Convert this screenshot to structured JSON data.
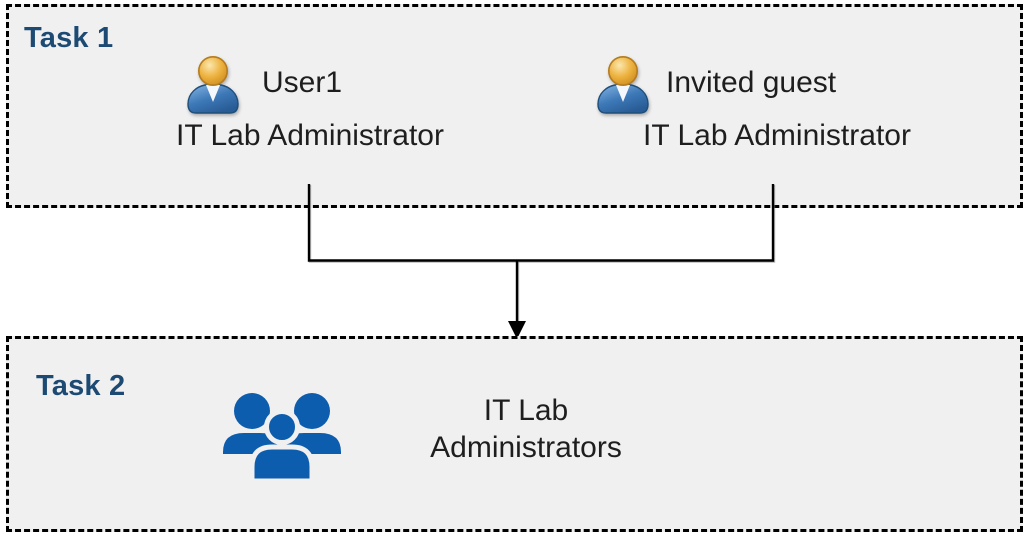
{
  "diagram": {
    "task1": {
      "label": "Task 1",
      "users": [
        {
          "name": "User1",
          "role": "IT Lab Administrator"
        },
        {
          "name": "Invited guest",
          "role": "IT Lab Administrator"
        }
      ]
    },
    "task2": {
      "label": "Task 2",
      "group_name_line1": "IT Lab",
      "group_name_line2": "Administrators"
    }
  },
  "colors": {
    "title": "#1D4A73",
    "box_bg": "#F0F0F1",
    "border": "#000000",
    "text": "#1E1E1E",
    "group_blue": "#0D5DAE"
  }
}
